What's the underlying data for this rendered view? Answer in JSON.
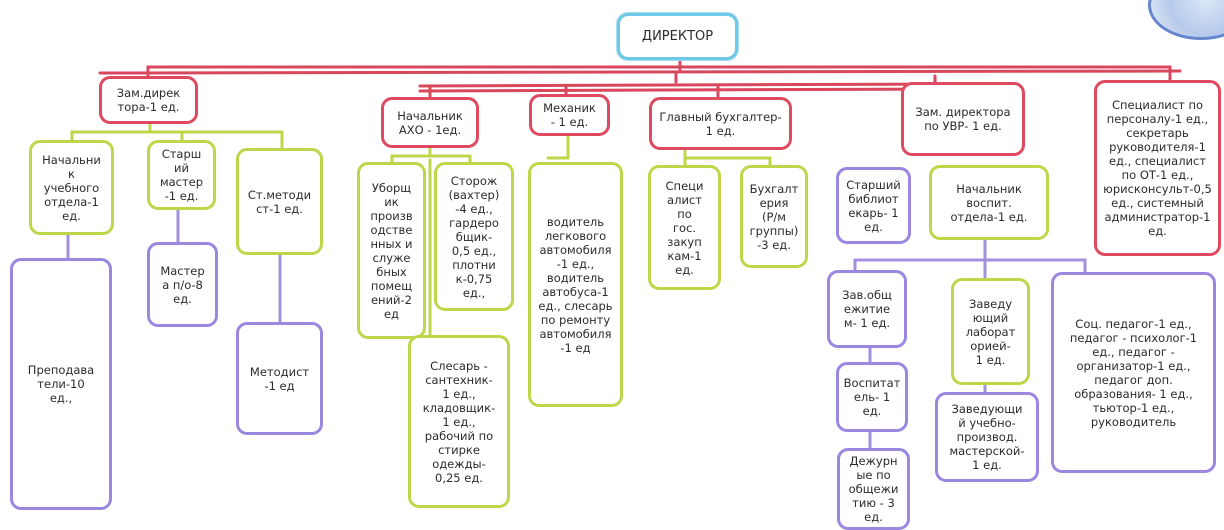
{
  "org_chart": {
    "director": "ДИРЕКТОР",
    "deputy_director": "Зам.дирек\nтора-1 ед.",
    "head_study_dept": "Начальни\nк\nучебного\nотдела-1\nед.",
    "senior_master": "Старш\nий\nмастер\n-1 ед.",
    "senior_methodist": "Ст.методи\nст-1 ед.",
    "teachers": "Преподава\nтели-10\nед.,",
    "masters": "Мастер\nа п/о-8\nед.",
    "methodist": "Методист\n-1 ед",
    "head_aho": "Начальник\nАХО - 1ед.",
    "cleaners": "Уборщ\nик\nпроизв\nодстве\nнных и\nслуже\nбных\nпомещ\nений-2\nед",
    "watchman": "Сторож\n(вахтер)\n-4 ед.,\nгардеро\nбщик-\n0,5 ед.,\nплотни\nк-0,75\nед.,",
    "plumber": "Слесарь -\nсантехник-\n1 ед.,\nкладовщик-\n1 ед.,\nрабочий по\nстирке\nодежды-\n0,25 ед.",
    "mechanic": "Механик\n- 1 ед.",
    "drivers": "водитель\nлегкового\nавтомобиля\n-1 ед.,\nводитель\nавтобуса-1\nед., слесарь\nпо ремонту\nавтомобиля\n-1 ед",
    "chief_accountant": "Главный бухгалтер-\n1 ед.",
    "procurement": "Специ\nалист\nпо\nгос.\nзакуп\nкам-1\nед.",
    "accounting": "Бухгалт\nерия\n(Р/м\nгруппы)\n-3 ед.",
    "deputy_uvr": "Зам. директора\nпо УВР- 1 ед.",
    "senior_librarian": "Старший\nбиблиот\nекарь- 1\nед.",
    "head_upbringing": "Начальник\nвоспит.\nотдела-1 ед.",
    "dorm_head": "Зав.общ\nежитие\nм- 1 ед.",
    "lab_head": "Заведу\nющий\nлаборат\nорией-\n1 ед.",
    "social_staff": "Соц. педагог-1 ед.,\nпедагог - психолог-1\nед., педагог -\nорганизатор-1 ед.,\nпедагог  доп.\nобразования- 1 ед.,\nтьютор-1 ед.,\nруководитель",
    "educator": "Воспитат\nель- 1\nед.",
    "workshop_head": "Заведующи\nй учебно-\nпроизвод.\nмастерской-\n1 ед.",
    "dorm_duty": "Дежурн\nые по\nобщежи\nтию - 3\nед.",
    "hr_specialist": "Специалист по\nперсоналу-1 ед.,\nсекретарь\nруководителя-1\nед., специалист\nпо ОТ-1 ед.,\nюрисконсульт-0,5\nед., системный\nадминистратор-1\nед."
  },
  "colors": {
    "director_border": "#6fc9e6",
    "management_border": "#e04a60",
    "staff_border": "#bcd84a",
    "unit_border": "#9b86e0",
    "connector_red": "#d9475c",
    "connector_green": "#bcd84a",
    "connector_purple": "#a48fe0"
  }
}
